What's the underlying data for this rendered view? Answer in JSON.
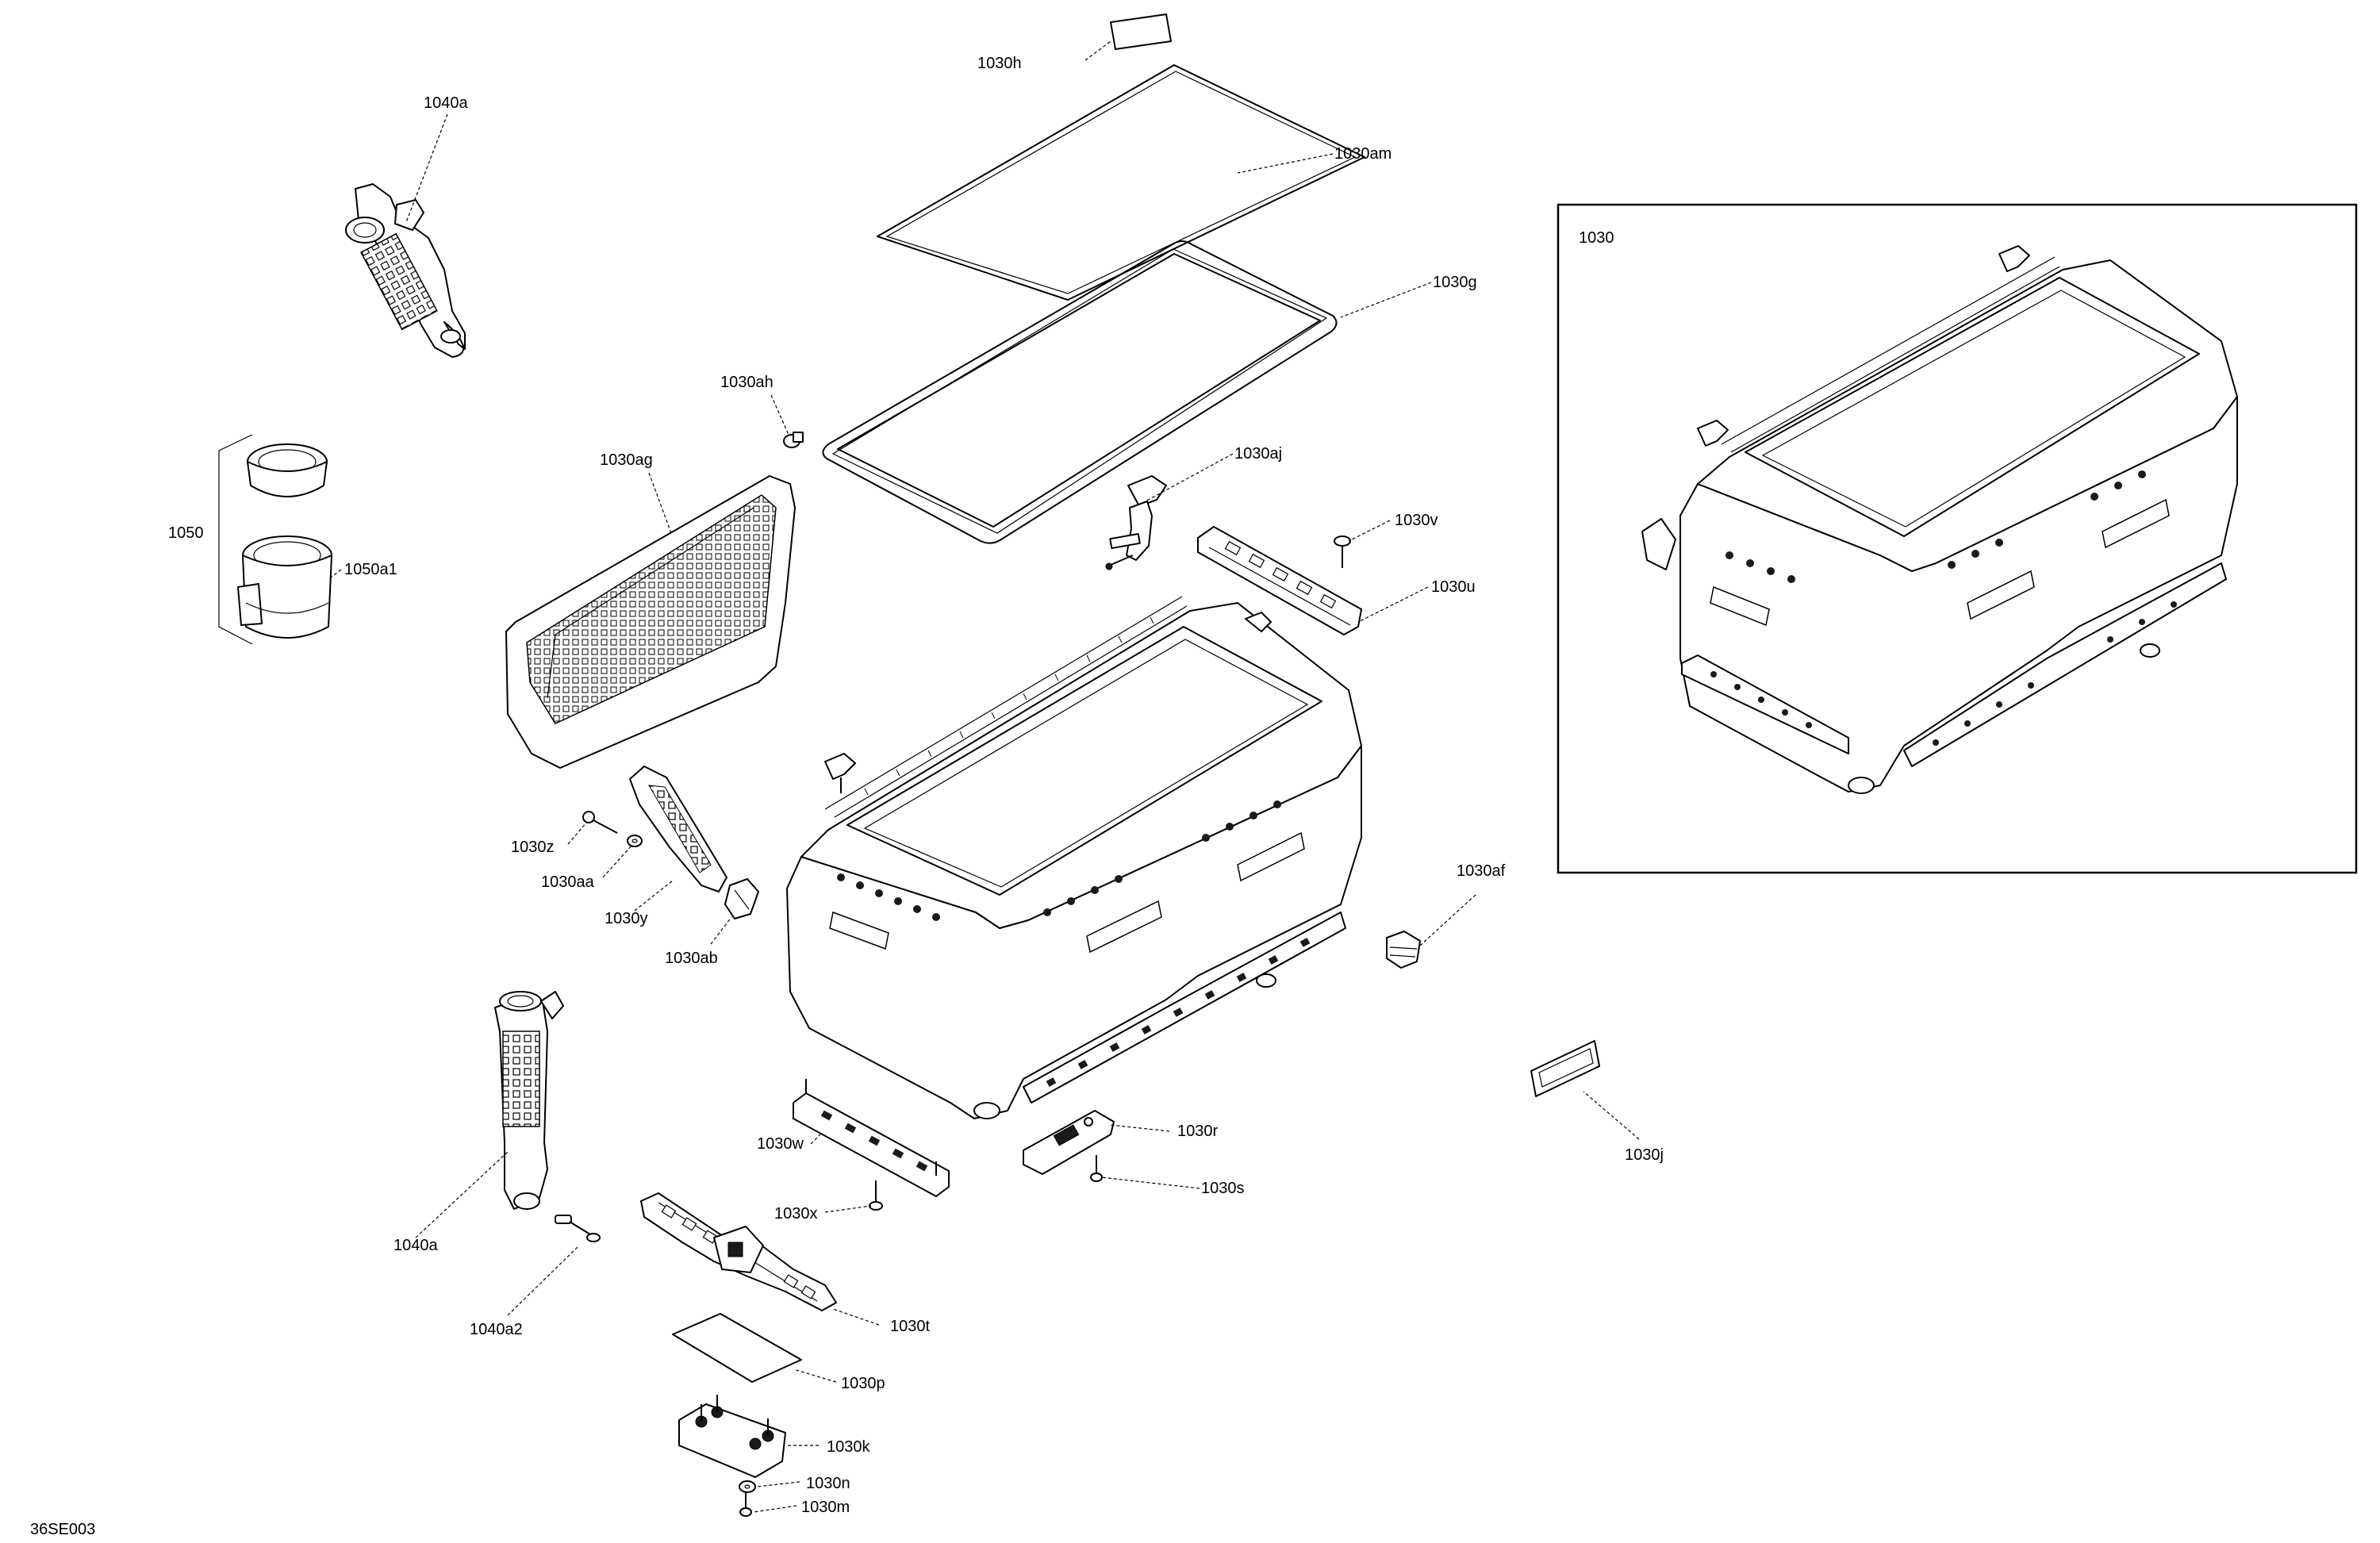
{
  "diagram": {
    "inset_label": "1030",
    "figure_code": "36SE003",
    "callouts": [
      {
        "id": "1030h",
        "label": "1030h"
      },
      {
        "id": "1030am",
        "label": "1030am"
      },
      {
        "id": "1030g",
        "label": "1030g"
      },
      {
        "id": "1040a-top",
        "label": "1040a"
      },
      {
        "id": "1030ah",
        "label": "1030ah"
      },
      {
        "id": "1030ag",
        "label": "1030ag"
      },
      {
        "id": "1030aj",
        "label": "1030aj"
      },
      {
        "id": "1030v",
        "label": "1030v"
      },
      {
        "id": "1030u",
        "label": "1030u"
      },
      {
        "id": "1050",
        "label": "1050"
      },
      {
        "id": "1050a1",
        "label": "1050a1"
      },
      {
        "id": "1030z",
        "label": "1030z"
      },
      {
        "id": "1030aa",
        "label": "1030aa"
      },
      {
        "id": "1030y",
        "label": "1030y"
      },
      {
        "id": "1030ab",
        "label": "1030ab"
      },
      {
        "id": "1030af",
        "label": "1030af"
      },
      {
        "id": "1030w",
        "label": "1030w"
      },
      {
        "id": "1030r",
        "label": "1030r"
      },
      {
        "id": "1030s",
        "label": "1030s"
      },
      {
        "id": "1030x",
        "label": "1030x"
      },
      {
        "id": "1030j",
        "label": "1030j"
      },
      {
        "id": "1040a-bottom",
        "label": "1040a"
      },
      {
        "id": "1040a2",
        "label": "1040a2"
      },
      {
        "id": "1030t",
        "label": "1030t"
      },
      {
        "id": "1030p",
        "label": "1030p"
      },
      {
        "id": "1030k",
        "label": "1030k"
      },
      {
        "id": "1030n",
        "label": "1030n"
      },
      {
        "id": "1030m",
        "label": "1030m"
      }
    ]
  }
}
